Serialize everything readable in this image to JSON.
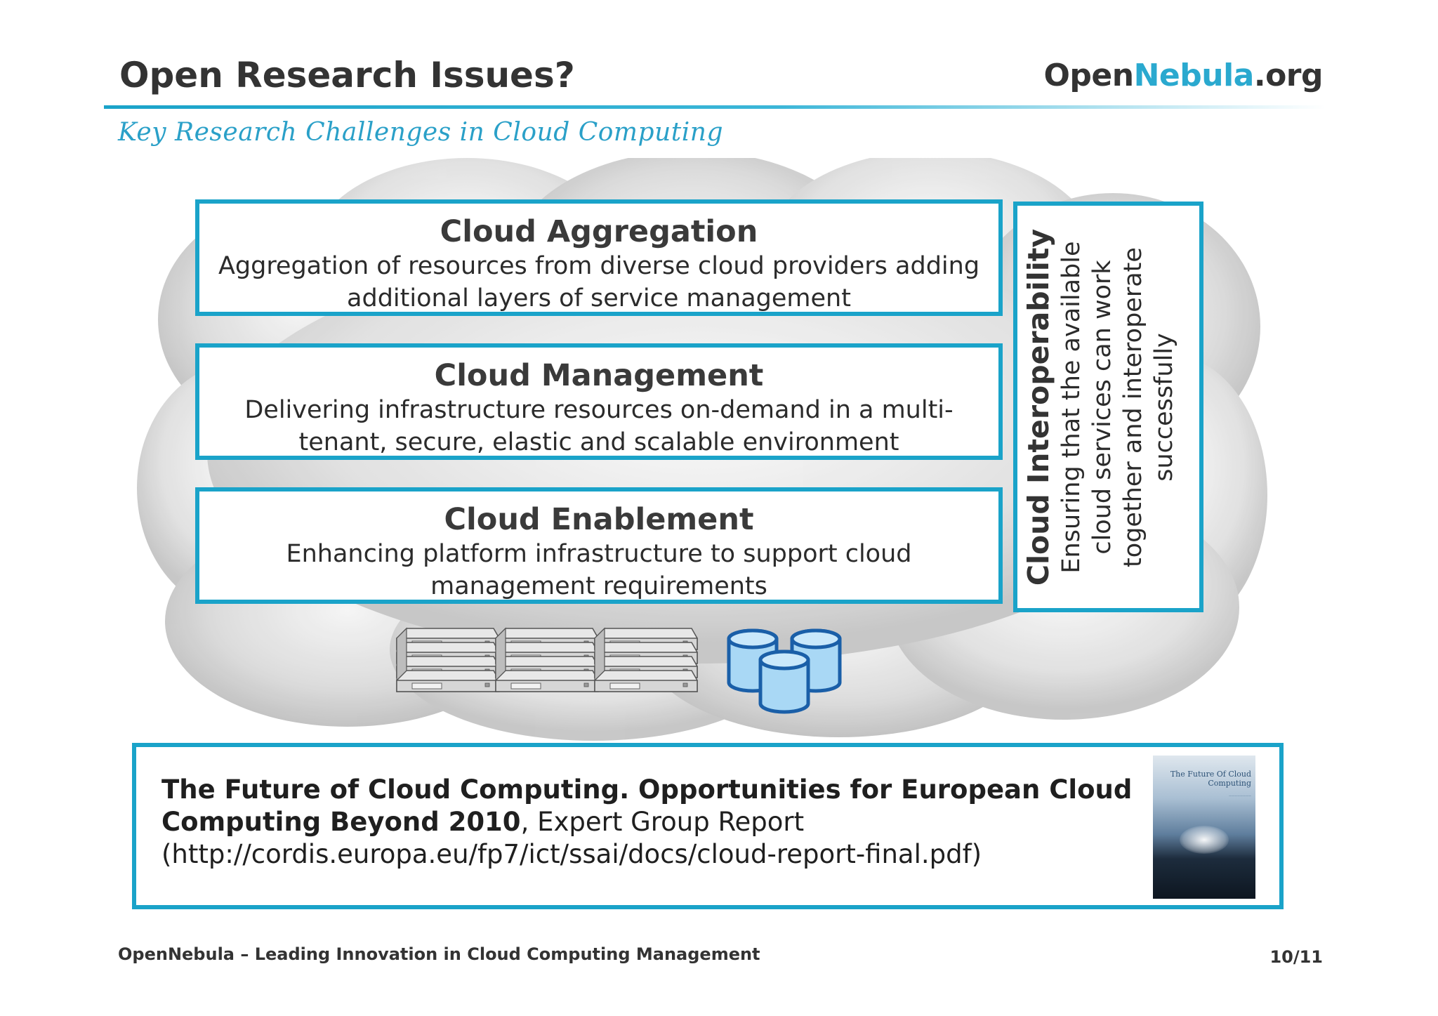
{
  "header": {
    "title": "Open Research Issues?",
    "brand_prefix": "Open",
    "brand_accent": "Nebula",
    "brand_suffix": ".org",
    "subtitle": "Key Research Challenges in Cloud Computing"
  },
  "layers": [
    {
      "title": "Cloud Aggregation",
      "description": "Aggregation of resources from diverse cloud providers adding additional layers of service management"
    },
    {
      "title": "Cloud Management",
      "description": "Delivering infrastructure resources on-demand in a multi-tenant, secure, elastic and scalable environment"
    },
    {
      "title": "Cloud Enablement",
      "description": "Enhancing platform infrastructure to support cloud management requirements"
    }
  ],
  "interoperability": {
    "title": "Cloud Interoperability",
    "description": "Ensuring that the available cloud services can work together and interoperate successfully"
  },
  "reference": {
    "title": "The Future of Cloud Computing. Opportunities for European Cloud Computing Beyond 2010",
    "rest": ", Expert Group Report  (http://cordis.europa.eu/fp7/ict/ssai/docs/cloud-report-final.pdf)",
    "cover_title": "The Future Of Cloud Computing"
  },
  "footer": {
    "text": "OpenNebula – Leading Innovation in Cloud Computing Management",
    "page": "10/11"
  },
  "colors": {
    "accent": "#1aa3c9",
    "text": "#333333",
    "db_fill": "#a9d8f5",
    "db_stroke": "#1a5fa8"
  },
  "icons": [
    "cloud-background",
    "server-stack-icon",
    "database-icon",
    "report-cover-image"
  ]
}
